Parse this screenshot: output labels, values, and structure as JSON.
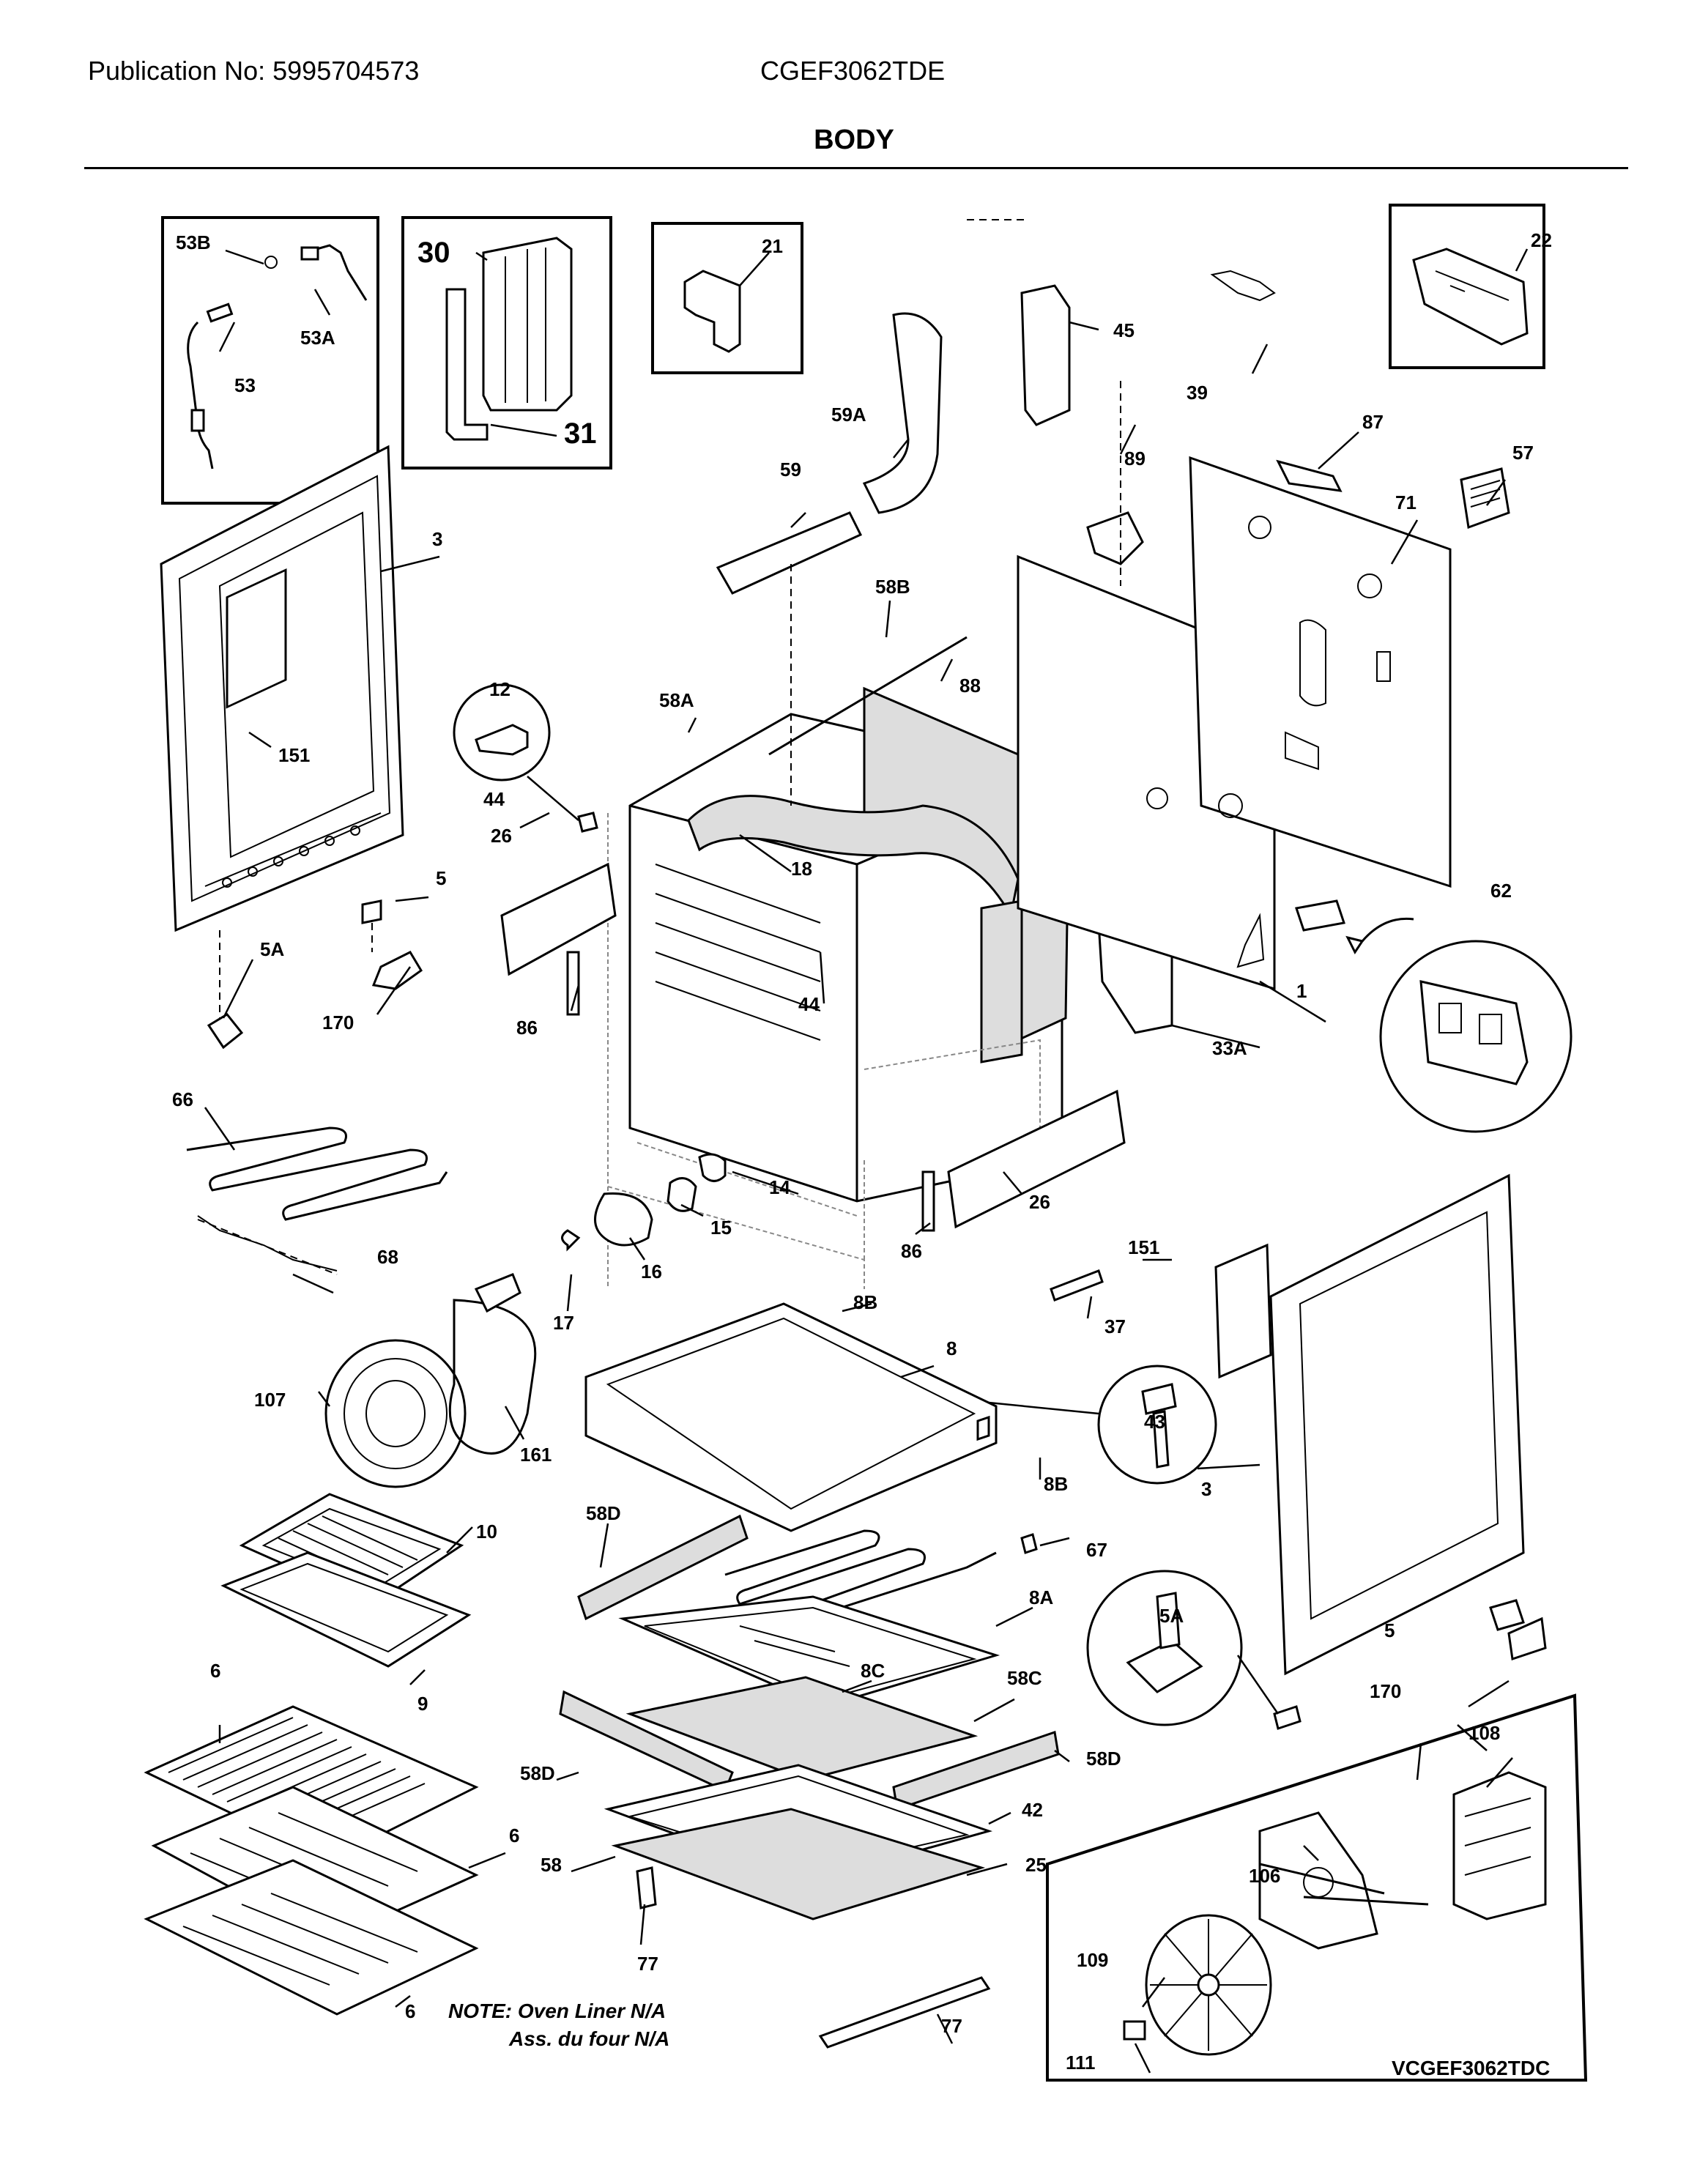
{
  "header": {
    "publication": "Publication No: 5995704573",
    "model": "CGEF3062TDE",
    "section_title": "BODY"
  },
  "labels": {
    "l1": "1",
    "l3a": "3",
    "l3b": "3",
    "l5a": "5",
    "l5b": "5",
    "l5A_a": "5A",
    "l5A_b": "5A",
    "l6a": "6",
    "l6b": "6",
    "l6c": "6",
    "l8": "8",
    "l8A": "8A",
    "l8B_a": "8B",
    "l8B_b": "8B",
    "l8C": "8C",
    "l9": "9",
    "l10": "10",
    "l12": "12",
    "l14": "14",
    "l15": "15",
    "l16": "16",
    "l17": "17",
    "l18": "18",
    "l21": "21",
    "l22": "22",
    "l25": "25",
    "l26a": "26",
    "l26b": "26",
    "l30": "30",
    "l31": "31",
    "l33A": "33A",
    "l37": "37",
    "l39": "39",
    "l42": "42",
    "l43": "43",
    "l44a": "44",
    "l44b": "44",
    "l45": "45",
    "l53": "53",
    "l53A": "53A",
    "l53B": "53B",
    "l57": "57",
    "l58": "58",
    "l58A": "58A",
    "l58B": "58B",
    "l58C": "58C",
    "l58D_a": "58D",
    "l58D_b": "58D",
    "l58D_c": "58D",
    "l59": "59",
    "l59A": "59A",
    "l62": "62",
    "l66": "66",
    "l67": "67",
    "l68": "68",
    "l71": "71",
    "l77a": "77",
    "l77b": "77",
    "l86a": "86",
    "l86b": "86",
    "l87": "87",
    "l88": "88",
    "l89": "89",
    "l106": "106",
    "l107": "107",
    "l108": "108",
    "l109": "109",
    "l111": "111",
    "l151a": "151",
    "l151b": "151",
    "l161": "161",
    "l170a": "170",
    "l170b": "170"
  },
  "note": {
    "line1": "NOTE: Oven Liner N/A",
    "line2": "Ass. du four N/A"
  },
  "diagram_code": "VCGEF3062TDC"
}
